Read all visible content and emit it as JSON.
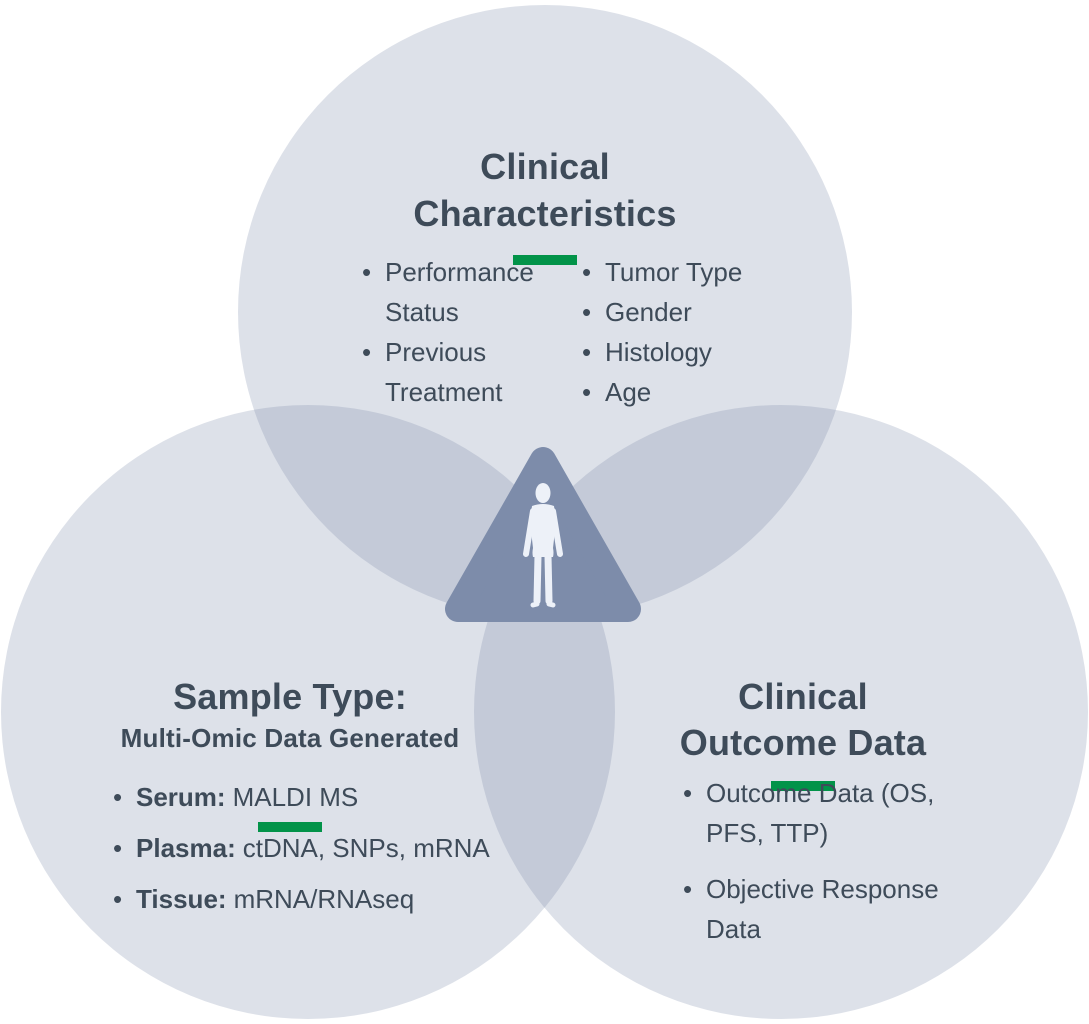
{
  "colors": {
    "background": "#ffffff",
    "circle_fill": "rgba(125,140,170,0.26)",
    "overlap_fill": "#c2cad9",
    "triangle_fill": "#7d8caa",
    "figure_fill": "#edf1f8",
    "text": "#3e4b59",
    "accent_green": "#029349"
  },
  "top_circle": {
    "title": "Clinical\nCharacteristics",
    "bullets_left": [
      "Performance Status",
      "Previous Treatment"
    ],
    "bullets_right": [
      "Tumor Type",
      "Gender",
      "Histology",
      "Age"
    ]
  },
  "left_circle": {
    "title": "Sample Type:",
    "subtitle": "Multi-Omic Data Generated",
    "bullets": [
      {
        "label": "Serum:",
        "text": "MALDI MS"
      },
      {
        "label": "Plasma:",
        "text": "ctDNA, SNPs, mRNA"
      },
      {
        "label": "Tissue:",
        "text": "mRNA/RNAseq"
      }
    ]
  },
  "right_circle": {
    "title": "Clinical\nOutcome Data",
    "bullets": [
      "Outcome Data (OS, PFS, TTP)",
      "Objective Response Data"
    ]
  },
  "center": {
    "icon": "human-figure-icon"
  }
}
